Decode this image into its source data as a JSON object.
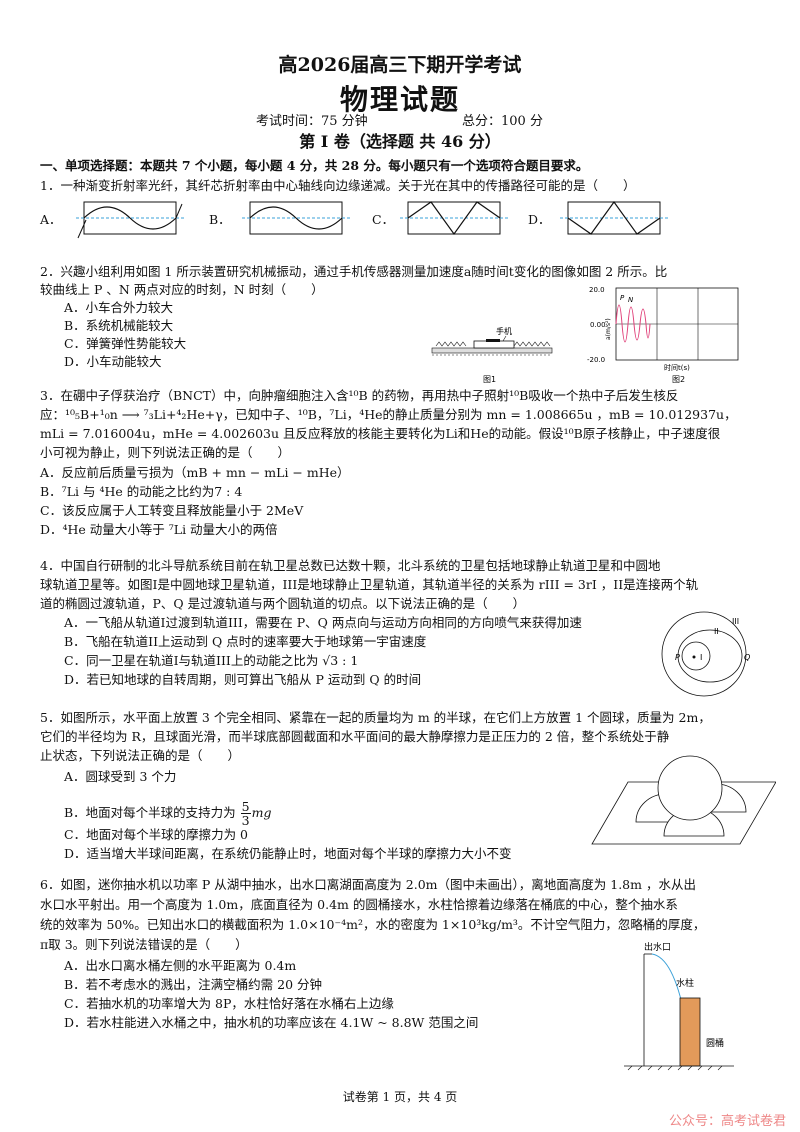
{
  "header": {
    "title": "高2026届高三下期开学考试",
    "subject": "物理试题",
    "time": "考试时间：75 分钟",
    "score": "总分：100 分",
    "part": "第 I 卷（选择题  共 46 分）"
  },
  "section1": {
    "title": "一、单项选择题：本题共 7 个小题，每小题 4 分，共 28 分。每小题只有一个选项符合题目要求。"
  },
  "q1": {
    "text": "1．一种渐变折射率光纤，其纤芯折射率由中心轴线向边缘递减。关于光在其中的传播路径可能的是（　　）",
    "labels": [
      "A．",
      "B．",
      "C．",
      "D．"
    ]
  },
  "q2": {
    "line1": "2．兴趣小组利用如图 1 所示装置研究机械振动，通过手机传感器测量加速度a随时间t变化的图像如图 2 所示。比",
    "line2": "较曲线上 P 、N 两点对应的时刻，N 时刻（　　）",
    "options": [
      "A．小车合外力较大",
      "B．系统机械能较大",
      "C．弹簧弹性势能较大",
      "D．小车动能较大"
    ],
    "fig1_phone": "手机",
    "fig1_caption": "图1",
    "fig2_caption": "图2",
    "fig2_yticks": [
      "20.0",
      "0.00",
      "-20.0"
    ],
    "fig2_ylabel": "a(m/s²)",
    "fig2_xlabel": "时间t(s)",
    "fig2_points": [
      "P",
      "N"
    ]
  },
  "q3": {
    "line1": "3．在硼中子俘获治疗（BNCT）中，向肿瘤细胞注入含¹⁰B 的药物，再用热中子照射¹⁰B吸收一个热中子后发生核反",
    "line2": "应：¹⁰₅B+¹₀n ⟶ ⁷₃Li+⁴₂He+γ，已知中子、¹⁰B，⁷Li，⁴He的静止质量分别为 mn = 1.008665u ，mB = 10.012937u，",
    "line3": "mLi = 7.016004u，mHe = 4.002603u 且反应释放的核能主要转化为Li和He的动能。假设¹⁰B原子核静止，中子速度很",
    "line4": "小可视为静止，则下列说法正确的是（　　）",
    "options": [
      "A．反应前后质量亏损为（mB + mn − mLi − mHe）",
      "B．⁷Li 与 ⁴He 的动能之比约为7 : 4",
      "C．该反应属于人工转变且释放能量小于 2MeV",
      "D．⁴He 动量大小等于 ⁷Li 动量大小的两倍"
    ]
  },
  "q4": {
    "line1": "4．中国自行研制的北斗导航系统目前在轨卫星总数已达数十颗，北斗系统的卫星包括地球静止轨道卫星和中圆地",
    "line2": "球轨道卫星等。如图I是中圆地球卫星轨道，III是地球静止卫星轨道，其轨道半径的关系为 rIII = 3rI ，II是连接两个轨",
    "line3": "道的椭圆过渡轨道，P、Q 是过渡轨道与两个圆轨道的切点。以下说法正确的是（　　）",
    "options": [
      "A．一飞船从轨道I过渡到轨道III，需要在 P、Q 两点向与运动方向相同的方向喷气来获得加速",
      "B．飞船在轨道II上运动到 Q 点时的速率要大于地球第一宇宙速度",
      "C．同一卫星在轨道I与轨道III上的动能之比为 √3 : 1",
      "D．若已知地球的自转周期，则可算出飞船从 P 运动到 Q 的时间"
    ],
    "fig_labels": [
      "P",
      "I",
      "II",
      "III",
      "Q"
    ]
  },
  "q5": {
    "line1": "5．如图所示，水平面上放置 3 个完全相同、紧靠在一起的质量均为 m 的半球，在它们上方放置 1 个圆球，质量为 2m，",
    "line2": "它们的半径均为 R，且球面光滑，而半球底部圆截面和水平面间的最大静摩擦力是正压力的 2 倍，整个系统处于静",
    "line3": "止状态，下列说法正确的是（　　）",
    "options": [
      "A．圆球受到 3 个力",
      "B．地面对每个半球的支持力为",
      "C．地面对每个半球的摩擦力为 0",
      "D．适当增大半球间距离，在系统仍能静止时，地面对每个半球的摩擦力大小不变"
    ],
    "frac_num": "5",
    "frac_den": "3",
    "frac_tail": "mg"
  },
  "q6": {
    "line1": "6．如图，迷你抽水机以功率 P 从湖中抽水，出水口离湖面高度为 2.0m（图中未画出），离地面高度为 1.8m ，水从出",
    "line2": "水口水平射出。用一个高度为 1.0m，底面直径为 0.4m 的圆桶接水，水柱恰擦着边缘落在桶底的中心，整个抽水系",
    "line3": "统的效率为 50%。已知出水口的横截面积为 1.0×10⁻⁴m²，水的密度为 1×10³kg/m³。不计空气阻力，忽略桶的厚度，",
    "line4": "π取 3。则下列说法错误的是（　　）",
    "options": [
      "A．出水口离水桶左侧的水平距离为 0.4m",
      "B．若不考虑水的溅出，注满空桶约需 20 分钟",
      "C．若抽水机的功率增大为 8P，水柱恰好落在水桶右上边缘",
      "D．若水柱能进入水桶之中，抽水机的功率应该在 4.1W ~ 8.8W 范围之间"
    ],
    "fig_outlet": "出水口",
    "fig_column": "水柱",
    "fig_bucket": "圆桶"
  },
  "footer": {
    "page": "试卷第 1 页，共 4 页",
    "watermark": "公众号：高考试卷君"
  },
  "colors": {
    "text": "#111111",
    "dashed_axis": "#3aa0d8",
    "bucket": "#e39a5a",
    "watermark": "#ee8888"
  }
}
